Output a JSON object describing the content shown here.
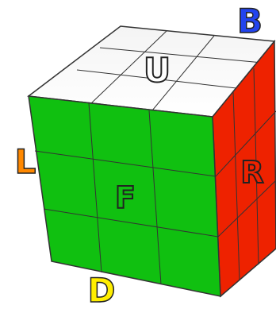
{
  "labels": {
    "up": "U",
    "front": "F",
    "right": "R",
    "left": "L",
    "down": "D",
    "back": "B"
  },
  "colors": {
    "up": "#ffffff",
    "front": "#10c010",
    "right": "#ee2200",
    "label_left": "#ff8800",
    "label_down": "#ffee00",
    "label_back": "#2244ee",
    "sticker_line": "#222222"
  },
  "cube": {
    "size": 3
  }
}
